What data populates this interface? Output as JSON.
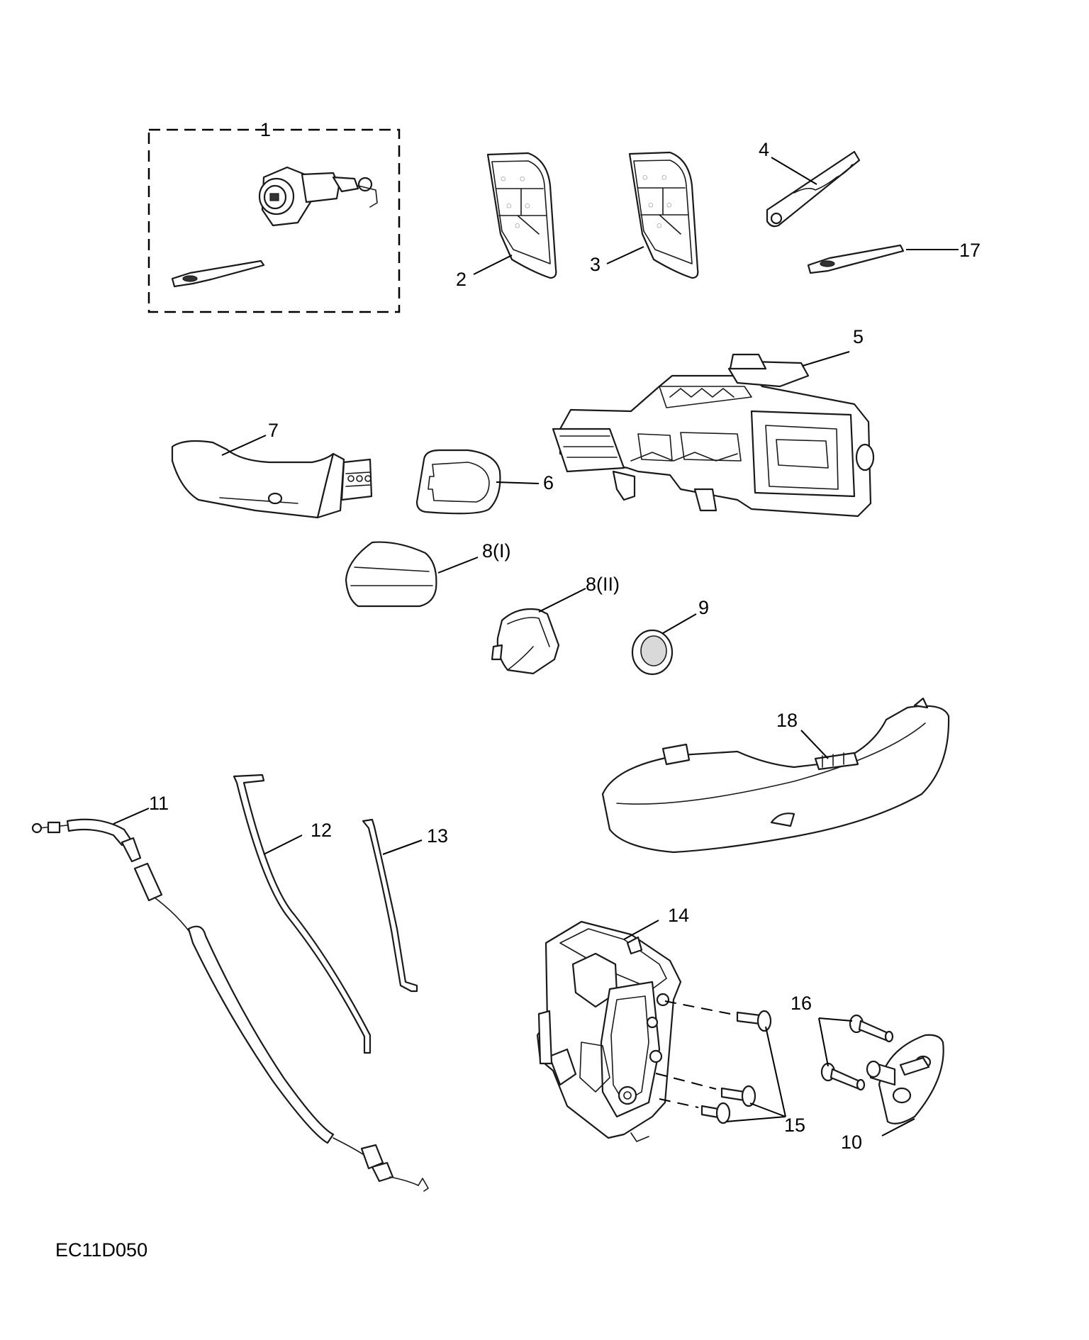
{
  "callouts": {
    "c1": "1",
    "c2": "2",
    "c3": "3",
    "c4": "4",
    "c5": "5",
    "c6": "6",
    "c7": "7",
    "c8i": "8(I)",
    "c8ii": "8(II)",
    "c9": "9",
    "c10": "10",
    "c11": "11",
    "c12": "12",
    "c13": "13",
    "c14": "14",
    "c15": "15",
    "c16": "16",
    "c17": "17",
    "c18": "18"
  },
  "drawing_reference": "EC11D050"
}
